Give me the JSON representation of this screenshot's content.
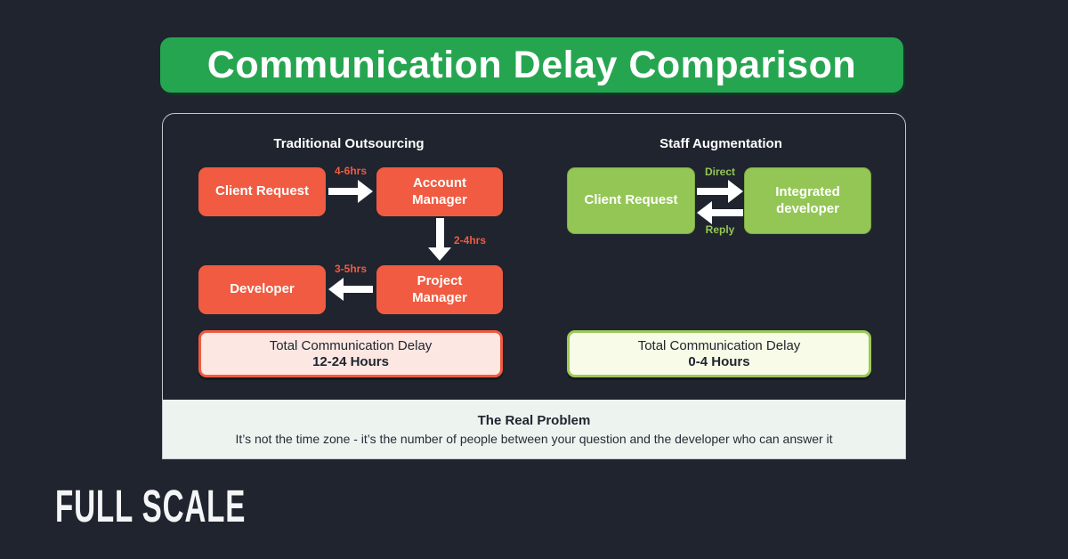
{
  "title": "Communication Delay Comparison",
  "left": {
    "heading": "Traditional Outsourcing",
    "nodes": {
      "client_request": "Client Request",
      "account_manager": "Account Manager",
      "project_manager": "Project Manager",
      "developer": "Developer"
    },
    "arrow_labels": {
      "client_to_account": "4-6hrs",
      "account_to_project": "2-4hrs",
      "project_to_developer": "3-5hrs"
    },
    "total": {
      "caption": "Total Communication Delay",
      "value": "12-24 Hours"
    }
  },
  "right": {
    "heading": "Staff Augmentation",
    "nodes": {
      "client_request": "Client Request",
      "integrated_developer": "Integrated developer"
    },
    "arrow_labels": {
      "direct": "Direct",
      "reply": "Reply"
    },
    "total": {
      "caption": "Total Communication Delay",
      "value": "0-4 Hours"
    }
  },
  "footer": {
    "heading": "The Real Problem",
    "text": "It’s not the time zone - it’s the number of people between your question and the developer who can answer it"
  },
  "logo": {
    "text": "FULL SCALE"
  },
  "colors": {
    "background": "#1F242E",
    "banner_green": "#26A550",
    "orange": "#F05B41",
    "green": "#94C656",
    "total_left_bg": "#FCE7E2",
    "total_right_bg": "#F7FBE7",
    "footer_bg": "#EDF4F0",
    "text_light": "#FFFFFF",
    "text_dark": "#20252F"
  }
}
